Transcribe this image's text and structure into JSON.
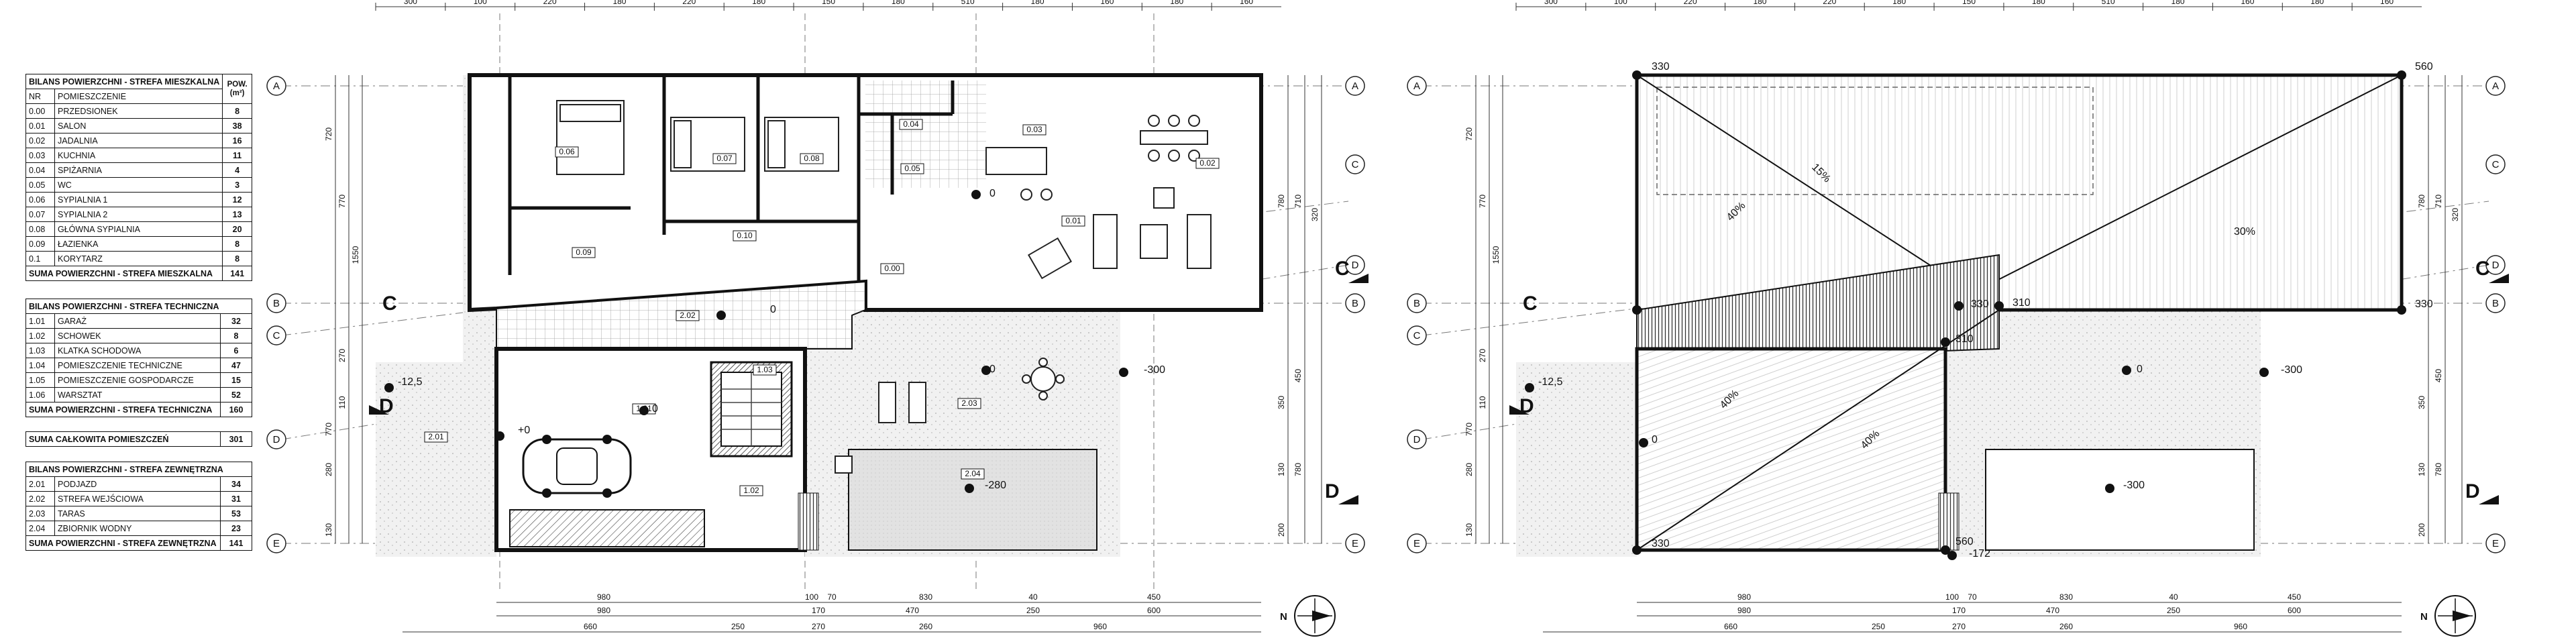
{
  "tables": {
    "mieszkalna": {
      "title": "BILANS POWIERZCHNI - STREFA MIESZKALNA",
      "pow_header": "POW.",
      "pow_unit": "(m²)",
      "col_nr": "NR",
      "col_name": "POMIESZCZENIE",
      "rows": [
        {
          "nr": "0.00",
          "name": "PRZEDSIONEK",
          "area": "8"
        },
        {
          "nr": "0.01",
          "name": "SALON",
          "area": "38"
        },
        {
          "nr": "0.02",
          "name": "JADALNIA",
          "area": "16"
        },
        {
          "nr": "0.03",
          "name": "KUCHNIA",
          "area": "11"
        },
        {
          "nr": "0.04",
          "name": "SPIŻARNIA",
          "area": "4"
        },
        {
          "nr": "0.05",
          "name": "WC",
          "area": "3"
        },
        {
          "nr": "0.06",
          "name": "SYPIALNIA 1",
          "area": "12"
        },
        {
          "nr": "0.07",
          "name": "SYPIALNIA 2",
          "area": "13"
        },
        {
          "nr": "0.08",
          "name": "GŁÓWNA SYPIALNIA",
          "area": "20"
        },
        {
          "nr": "0.09",
          "name": "ŁAZIENKA",
          "area": "8"
        },
        {
          "nr": "0.1",
          "name": "KORYTARZ",
          "area": "8"
        }
      ],
      "sum_label": "SUMA POWIERZCHNI - STREFA MIESZKALNA",
      "sum_value": "141"
    },
    "techniczna": {
      "title": "BILANS POWIERZCHNI - STREFA TECHNICZNA",
      "rows": [
        {
          "nr": "1.01",
          "name": "GARAŻ",
          "area": "32"
        },
        {
          "nr": "1.02",
          "name": "SCHOWEK",
          "area": "8"
        },
        {
          "nr": "1.03",
          "name": "KLATKA SCHODOWA",
          "area": "6"
        },
        {
          "nr": "1.04",
          "name": "POMIESZCZENIE TECHNICZNE",
          "area": "47"
        },
        {
          "nr": "1.05",
          "name": "POMIESZCZENIE GOSPODARCZE",
          "area": "15"
        },
        {
          "nr": "1.06",
          "name": "WARSZTAT",
          "area": "52"
        }
      ],
      "sum_label": "SUMA POWIERZCHNI - STREFA TECHNICZNA",
      "sum_value": "160"
    },
    "total": {
      "label": "SUMA CAŁKOWITA POMIESZCZEŃ",
      "value": "301"
    },
    "zewnetrzna": {
      "title": "BILANS POWIERZCHNI - STREFA ZEWNĘTRZNA",
      "rows": [
        {
          "nr": "2.01",
          "name": "PODJAZD",
          "area": "34"
        },
        {
          "nr": "2.02",
          "name": "STREFA WEJŚCIOWA",
          "area": "31"
        },
        {
          "nr": "2.03",
          "name": "TARAS",
          "area": "53"
        },
        {
          "nr": "2.04",
          "name": "ZBIORNIK WODNY",
          "area": "23"
        }
      ],
      "sum_label": "SUMA POWIERZCHNI - STREFA ZEWNĘTRZNA",
      "sum_value": "141"
    }
  },
  "plan": {
    "axes": [
      "A",
      "B",
      "C",
      "D",
      "E"
    ],
    "section_labels": [
      "C",
      "D"
    ],
    "top_dims": [
      "300",
      "100",
      "220",
      "180",
      "220",
      "180",
      "150",
      "180",
      "510",
      "180",
      "160",
      "180",
      "160"
    ],
    "bottom_dims_1": [
      "980",
      "100",
      "70",
      "830",
      "40",
      "450"
    ],
    "bottom_dims_2": [
      "980",
      "170",
      "470",
      "250",
      "600"
    ],
    "bottom_dims_3": [
      "660",
      "250",
      "270",
      "260",
      "960"
    ],
    "left_dims": [
      "720",
      "770",
      "1550",
      "270",
      "110",
      "770",
      "280",
      "130"
    ],
    "right_dims": [
      "780",
      "710",
      "320",
      "350",
      "450",
      "130",
      "780",
      "200"
    ],
    "room_tags": [
      "0.00",
      "0.01",
      "0.02",
      "0.03",
      "0.04",
      "0.05",
      "0.06",
      "0.07",
      "0.08",
      "0.09",
      "0.10",
      "1.01",
      "1.02",
      "1.03",
      "2.01",
      "2.02",
      "2.03",
      "2.04",
      "0.07",
      "0.08"
    ],
    "levels": {
      "ground": "0",
      "garage": "+0",
      "terrain": "-12,5",
      "terrace": "-300",
      "pool": "-280"
    }
  },
  "roof": {
    "axes": [
      "A",
      "B",
      "C",
      "D",
      "E"
    ],
    "section_labels": [
      "C",
      "D"
    ],
    "levels": {
      "nw": "330",
      "ne": "560",
      "mid_left": "330",
      "mid_ridge": "310",
      "mid_ridge2": "310",
      "se_wall": "330",
      "sw": "330",
      "bottom": "560",
      "bottom2": "-172",
      "ground": "0",
      "terrain": "-12,5",
      "terrace": "-300",
      "pool": "-300",
      "entry": "0"
    },
    "slopes": [
      "15%",
      "40%",
      "30%",
      "40%",
      "40%"
    ]
  }
}
